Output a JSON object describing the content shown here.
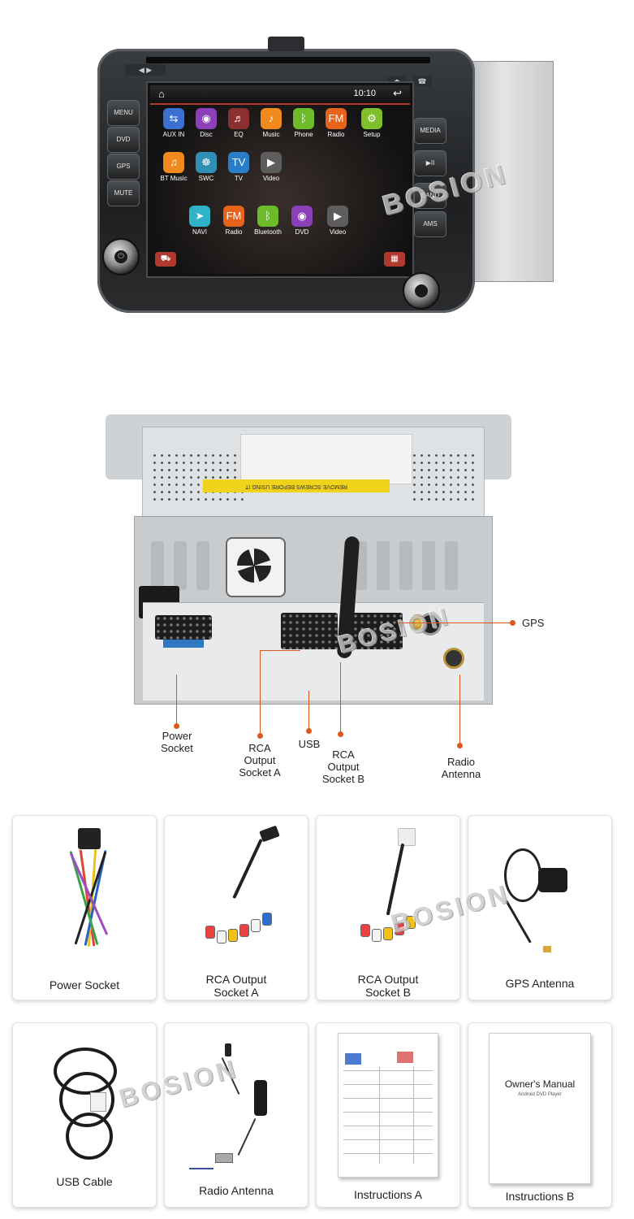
{
  "watermark": "BOSION",
  "head_unit": {
    "screen": {
      "time": "10:10"
    },
    "left_buttons": [
      "MENU",
      "DVD",
      "GPS",
      "MUTE"
    ],
    "right_buttons": [
      "MEDIA",
      "▶II",
      "BAND",
      "AMS"
    ],
    "apps": [
      {
        "label": "AUX IN",
        "color": "#3b6fd0",
        "icon": "usb-icon"
      },
      {
        "label": "Disc",
        "color": "#8b3fb8",
        "icon": "disc-icon"
      },
      {
        "label": "EQ",
        "color": "#8a3030",
        "icon": "equalizer-icon"
      },
      {
        "label": "Music",
        "color": "#f08a1c",
        "icon": "music-icon"
      },
      {
        "label": "Phone",
        "color": "#6dbb2a",
        "icon": "bluetooth-icon"
      },
      {
        "label": "Radio",
        "color": "#e6631c",
        "icon": "radio-icon"
      },
      {
        "label": "Setup",
        "color": "#7fbf2c",
        "icon": "gear-icon"
      },
      {
        "label": "BT Music",
        "color": "#f08a1c",
        "icon": "bluetooth-music-icon"
      },
      {
        "label": "SWC",
        "color": "#2f8fb5",
        "icon": "steering-wheel-icon"
      },
      {
        "label": "TV",
        "color": "#2a7ec8",
        "icon": "tv-icon"
      },
      {
        "label": "Video",
        "color": "#5d5d5d",
        "icon": "video-icon"
      },
      {
        "label": "NAVI",
        "color": "#2fb3c9",
        "icon": "navigation-icon"
      },
      {
        "label": "Radio",
        "color": "#e6631c",
        "icon": "radio-icon"
      },
      {
        "label": "Bluetooth",
        "color": "#6dbb2a",
        "icon": "bluetooth-icon"
      },
      {
        "label": "DVD",
        "color": "#8b3fb8",
        "icon": "disc-icon"
      },
      {
        "label": "Video",
        "color": "#5d5d5d",
        "icon": "video-icon"
      }
    ]
  },
  "back_view": {
    "warning_label": "REMOVE SCREWS BEFORE USING IT",
    "callouts": {
      "gps": "GPS",
      "power": "Power\nSocket",
      "rca_a": "RCA\nOutput\nSocket A",
      "usb": "USB",
      "rca_b": "RCA\nOutput\nSocket B",
      "radio": "Radio\nAntenna"
    }
  },
  "accessories": [
    {
      "label": "Power Socket"
    },
    {
      "label": "RCA Output\nSocket A"
    },
    {
      "label": "RCA Output\nSocket B"
    },
    {
      "label": "GPS Antenna"
    },
    {
      "label": "USB Cable"
    },
    {
      "label": "Radio Antenna"
    },
    {
      "label": "Instructions A"
    },
    {
      "label": "Instructions B"
    }
  ],
  "manual": {
    "title": "Owner's Manual",
    "subtitle": "Android DVD Player"
  }
}
